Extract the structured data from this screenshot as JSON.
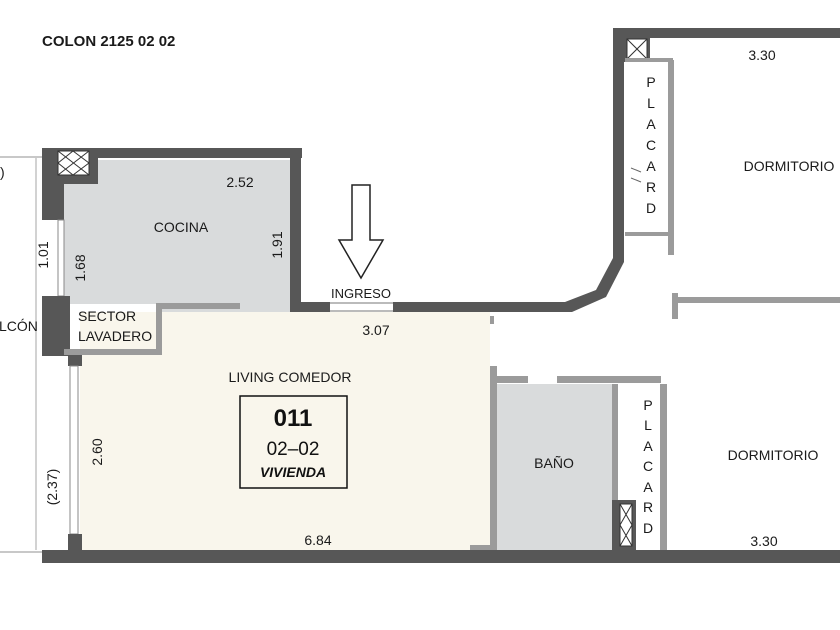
{
  "header": {
    "title": "COLON 2125 02 02"
  },
  "unit_tag": {
    "number": "011",
    "floor_unit": "02–02",
    "type": "VIVIENDA"
  },
  "rooms": {
    "kitchen": {
      "name": "COCINA",
      "dim_top": "2.52",
      "dim_right": "1.91",
      "dim_left": "1.68"
    },
    "laundry": {
      "name_line1": "SECTOR",
      "name_line2": "LAVADERO"
    },
    "balcony": {
      "name_fragment": "LCÓN",
      "edge_fragment": ")",
      "dim_upper": "1.01",
      "dim_lower": "(2.37)"
    },
    "entry": {
      "name": "INGRESO",
      "dim": "3.07"
    },
    "living": {
      "name": "LIVING COMEDOR",
      "dim_side": "2.60",
      "dim_bottom": "6.84"
    },
    "bath": {
      "name": "BAÑO"
    },
    "bedroom_top": {
      "name": "DORMITORIO",
      "dim": "3.30"
    },
    "bedroom_bottom": {
      "name": "DORMITORIO",
      "dim": "3.30"
    },
    "closet_top": {
      "letters": [
        "P",
        "L",
        "A",
        "C",
        "A",
        "R",
        "D"
      ]
    },
    "closet_bottom": {
      "letters": [
        "P",
        "L",
        "A",
        "C",
        "A",
        "R",
        "D"
      ]
    }
  },
  "colors": {
    "wall": "#575757",
    "partition": "#9b9b9b",
    "floor_gray": "#d9dbdc",
    "floor_cream": "#f9f6ec",
    "text": "#1a1a1a"
  }
}
